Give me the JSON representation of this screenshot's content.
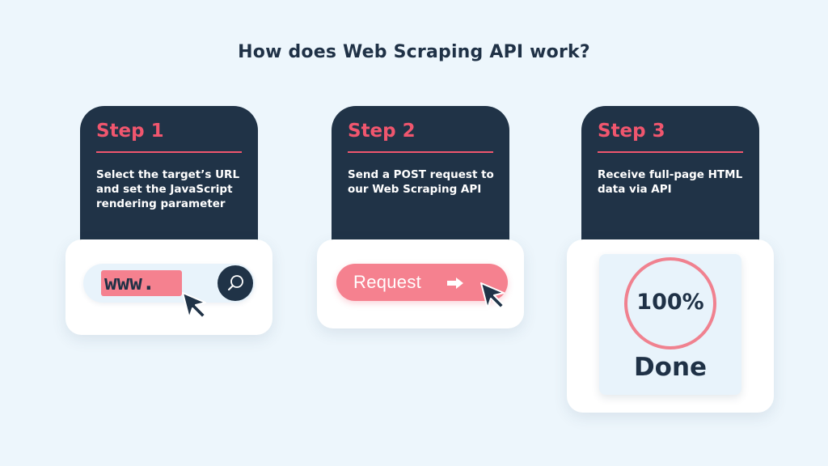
{
  "title": "How does Web Scraping API work?",
  "colors": {
    "background": "#edf6fc",
    "card": "#203347",
    "accent": "#f0566e",
    "pill": "#f5818f",
    "text": "#1f3146"
  },
  "steps": [
    {
      "title": "Step 1",
      "description": "Select the target’s URL and set the JavaScript rendering parameter",
      "url_text": "www.",
      "icons": [
        "search-icon",
        "cursor-icon"
      ]
    },
    {
      "title": "Step 2",
      "description": "Send a POST request to our Web Scraping API",
      "button_label": "Request",
      "icons": [
        "arrow-right-icon",
        "cursor-icon"
      ]
    },
    {
      "title": "Step 3",
      "description": "Receive full-page HTML data via API",
      "progress_text": "100%",
      "progress": 100,
      "status_text": "Done"
    }
  ]
}
